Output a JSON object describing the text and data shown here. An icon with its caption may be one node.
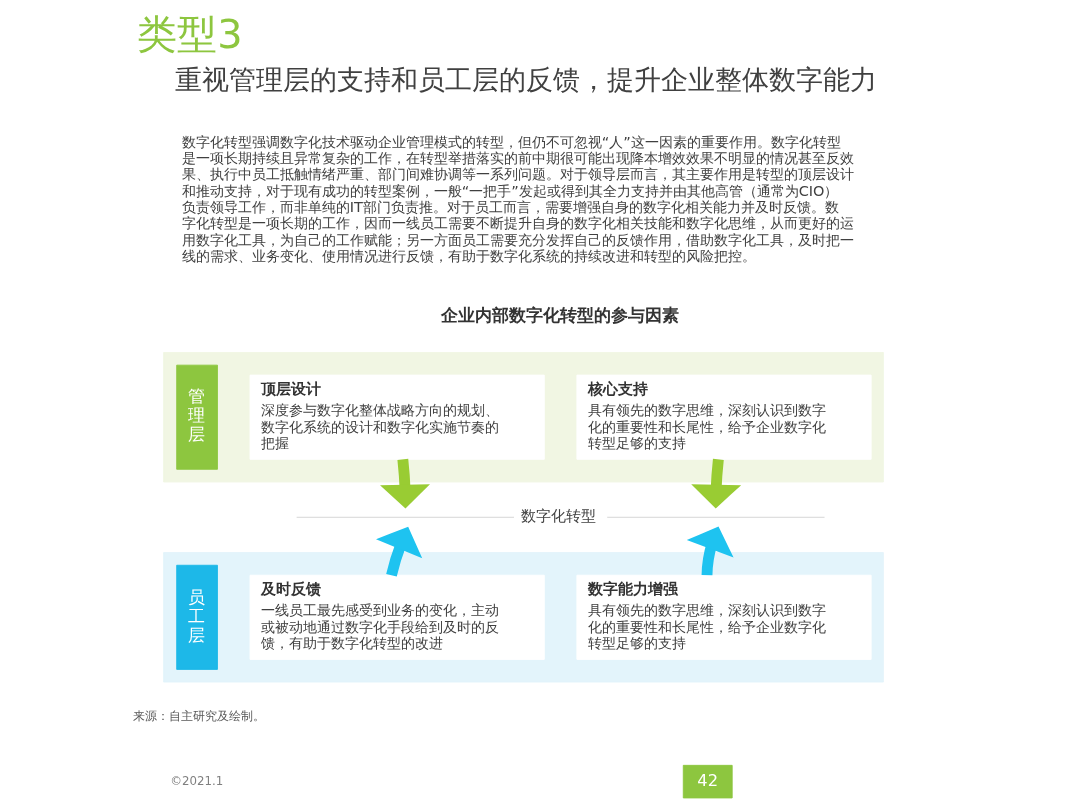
{
  "diagram": {
    "title": "类型3",
    "nodes": [
      {
        "text": [],
        "shape": "box"
      },
      {
        "text": [
          "管理层"
        ],
        "in": 0
      },
      {
        "text": [
          "顶层设计",
          "深度参与数字化整体战略方向的规划、数字化系统的设计和数字化实施节奏的把握"
        ],
        "in": 0
      },
      {
        "text": [
          "核心支持",
          "具有领先的数字思维，深刻认识到数字化的重要性和长尾性，给予企业数字化转型足够的支持"
        ],
        "in": 0
      },
      {
        "text": [
          "数字化转型"
        ]
      },
      {
        "text": [],
        "shape": "box"
      },
      {
        "text": [
          "员工层"
        ],
        "in": 5
      },
      {
        "text": [
          "及时反馈",
          "一线员工最先感受到业务的变化，主动或被动地通过数字化手段给到及时的反馈，有助于数字化转型的改进"
        ],
        "in": 5
      },
      {
        "text": [
          "数字能力增强",
          "具有领先的数字思维，深刻认识到数字化的重要性和长尾性，给予企业数字化转型足够的支持"
        ],
        "in": 5
      }
    ],
    "edges": [
      {
        "from": 2,
        "to": 4,
        "arrow": "to",
        "color": "#99cc33"
      },
      {
        "from": 3,
        "to": 4,
        "arrow": "to",
        "color": "#99cc33"
      },
      {
        "from": 7,
        "to": 4,
        "arrow": "to",
        "color": "#1ec3f0"
      },
      {
        "from": 8,
        "to": 4,
        "arrow": "to",
        "color": "#1ec3f0"
      }
    ],
    "labels": [
      "重视管理层的支持和员工层的反馈，提升企业整体数字能力",
      "数字化转型强调数字化技术驱动企业管理模式的转型，但仍不可忽视“人”这一因素的重要作用。数字化转型是一项长期持续且异常复杂的工作，在转型举措落实的前中期很可能出现降本增效效果不明显的情况甚至反效果、执行中员工抵触情绪严重、部门间难协调等一系列问题。对于领导层而言，其主要作用是转型的顶层设计和推动支持，对于现有成功的转型案例，一般“一把手”发起或得到其全力支持并由其他高管（通常为CIO）负责领导工作，而非单纯的IT部门负责推。对于员工而言，需要增强自身的数字化相关能力并及时反馈。数字化转型是一项长期的工作，因而一线员工需要不断提升自身的数字化相关技能和数字化思维，从而更好的运用数字化工具，为自己的工作赋能；另一方面员工需要充分发挥自己的反馈作用，借助数字化工具，及时把一线的需求、业务变化、使用情况进行反馈，有助于数字化系统的持续改进和转型的风险把控。",
      "企业内部数字化转型的参与因素",
      "来源：自主研究及绘制。",
      "©2021.1",
      "42"
    ]
  }
}
